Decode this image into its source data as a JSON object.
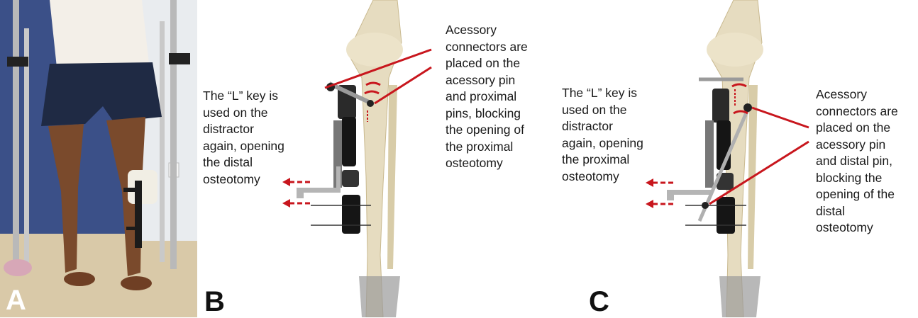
{
  "panels": {
    "a": {
      "letter": "A"
    },
    "b": {
      "letter": "B",
      "left_caption": "The “L” key is\nused on the\ndistractor\nagain, opening\nthe distal\nosteotomy",
      "right_caption": "Acessory\nconnectors are\nplaced on the\nacessory pin\nand proximal\npins, blocking\nthe opening of\nthe proximal\nosteotomy"
    },
    "c": {
      "letter": "C",
      "left_caption": "The “L” key is\nused on the\ndistractor\nagain, opening\nthe proximal\nosteotomy",
      "right_caption": "Acessory\nconnectors are\nplaced on the\nacessory pin\nand distal pin,\nblocking the\nopening of the\ndistal\nosteotomy"
    }
  },
  "colors": {
    "annotation_red": "#c8161d",
    "bone": "#e6dcc0",
    "photo_background": "#3a4f86"
  }
}
